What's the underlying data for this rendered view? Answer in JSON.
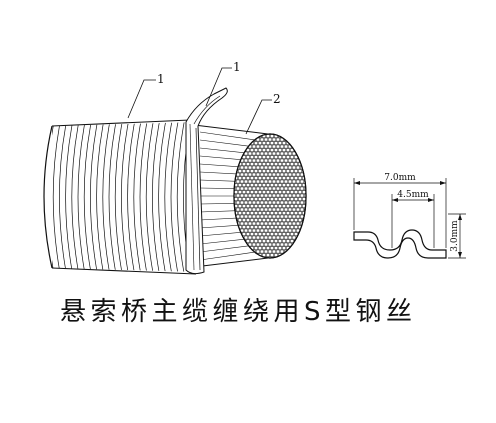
{
  "labels": {
    "wire_outer": "1",
    "wire_strip": "1",
    "main_cable": "2"
  },
  "section": {
    "width_outer": "7.0mm",
    "width_inner": "4.5mm",
    "height": "3.0mm"
  },
  "caption": "悬索桥主缆缠绕用S型钢丝",
  "colors": {
    "ink": "#111111",
    "background": "#ffffff"
  }
}
